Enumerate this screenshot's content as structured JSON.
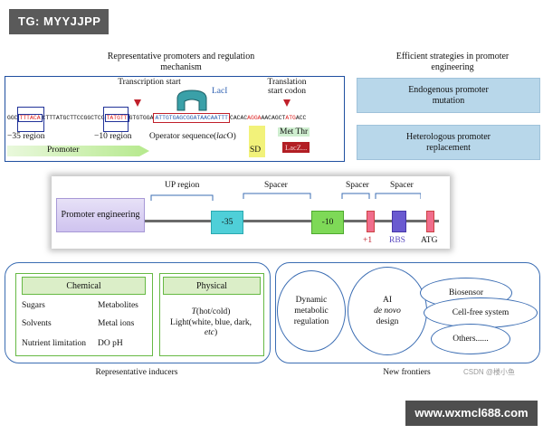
{
  "watermark": {
    "top": "TG: MYYJJPP",
    "bottom": "www.wxmcl688.com",
    "csdn": "CSDN @楼小鱼"
  },
  "headers": {
    "left": "Representative promoters and regulation mechanism",
    "right": "Efficient strategies in promoter engineering"
  },
  "strategies": [
    "Endogenous promoter mutation",
    "Heterologous promoter replacement"
  ],
  "mechanism": {
    "transcription_start": "Transcription start",
    "lacI": "LacI",
    "translation_start": "Translation start codon",
    "seq_parts": [
      "GGC",
      "TTTACA",
      "CTTTATGCTTCCGGCTCG",
      "TATGTT",
      "GTGTGGA",
      "ATTGTGAGCGGATAACAATTT",
      "CACAC",
      "AGGA",
      "AACAGCT",
      "ATG",
      "ACC"
    ],
    "minus35": "−35 region",
    "minus10": "−10 region",
    "operator": "Operator sequence(lacO)",
    "operator_main": "Operator sequence(",
    "operator_ital": "lac",
    "operator_end": "O)",
    "promoter": "Promoter",
    "sd": "SD",
    "met_thr": "Met Thr",
    "lacz": "LacZ..."
  },
  "engineering": {
    "box_label": "Promoter engineering",
    "up_region": "UP region",
    "spacer1": "Spacer",
    "spacer2": "Spacer",
    "spacer3": "Spacer",
    "box35": "-35",
    "box10": "-10",
    "plus1": "+1",
    "rbs": "RBS",
    "atg": "ATG"
  },
  "inducers": {
    "chemical_title": "Chemical",
    "chemical_left": [
      "Sugars",
      "Solvents",
      "Nutrient limitation"
    ],
    "chemical_right": [
      "Metabolites",
      "Metal ions",
      "DO pH"
    ],
    "physical_title": "Physical",
    "physical_t_ital": "T",
    "physical_t_rest": "(hot/cold)",
    "physical_light": "Light(white, blue, dark, ",
    "physical_etc": "etc",
    "physical_light_end": ")",
    "caption": "Representative inducers"
  },
  "frontiers": {
    "dynamic": "Dynamic metabolic regulation",
    "ai": "AI",
    "denovo": "de novo",
    "design": "design",
    "biosensor": "Biosensor",
    "cellfree": "Cell-free system",
    "others": "Others......",
    "caption": "New frontiers"
  },
  "colors": {
    "blue_box": "#b8d7ea",
    "green_head": "#dbeec8",
    "cyan_box": "#4fcfd8",
    "green_box": "#7ed957",
    "pink_marker": "#f06d8c",
    "rbs": "#6a5ad0",
    "sd_yellow": "#f2f27a",
    "promoter_arrow": "#c9f0a8",
    "panel_border": "#3b6db3"
  },
  "icons": [
    "down-arrow-icon",
    "lacI-protein-icon",
    "promoter-arrow-icon"
  ]
}
